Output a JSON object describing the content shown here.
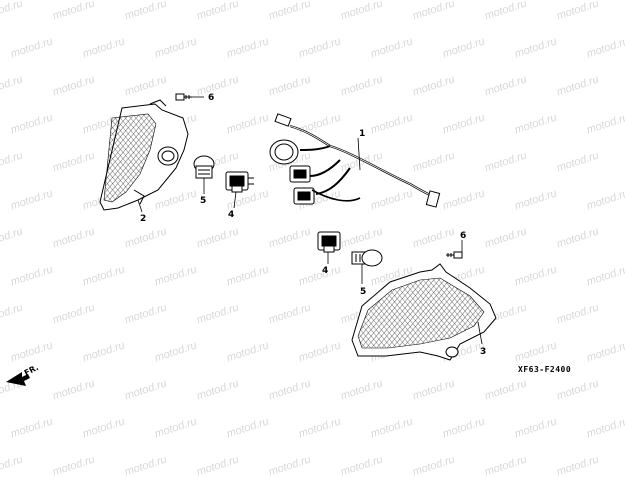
{
  "watermark": "motod.ru",
  "callouts": {
    "p1": "1",
    "p2": "2",
    "p3": "3",
    "p4a": "4",
    "p4b": "4",
    "p5a": "5",
    "p5b": "5",
    "p6a": "6",
    "p6b": "6"
  },
  "diagram_code": "XF63-F2400",
  "direction_label": "FR.",
  "colors": {
    "ink": "#000000",
    "watermark": "#d8d8d8",
    "background": "#ffffff"
  }
}
